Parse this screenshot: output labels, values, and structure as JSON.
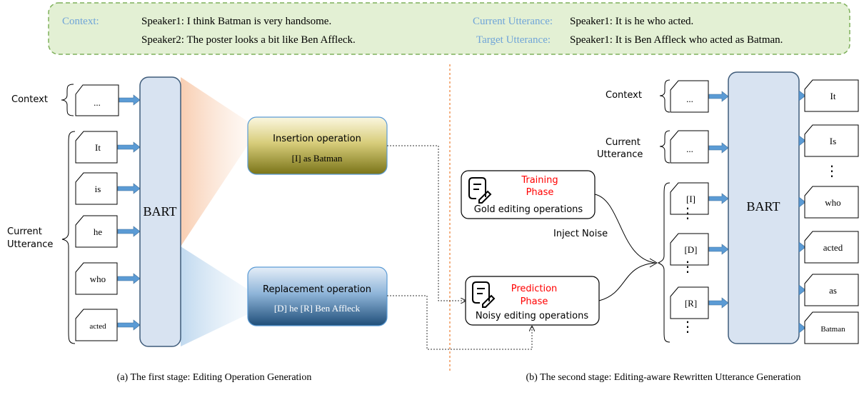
{
  "header": {
    "context_label": "Context:",
    "context_lines": [
      "Speaker1: I think Batman is very handsome.",
      "Speaker2: The poster looks a bit like Ben Affleck."
    ],
    "current_label": "Current Utterance:",
    "current_text": "Speaker1: It is he who acted.",
    "target_label": "Target Utterance:",
    "target_text": "Speaker1: It is Ben Affleck who acted as Batman."
  },
  "stage1": {
    "context_label": "Context",
    "current_label": [
      "Current",
      "Utterance"
    ],
    "context_token": "...",
    "tokens": [
      "It",
      "is",
      "he",
      "who",
      "acted"
    ],
    "model": "BART",
    "insertion": {
      "title": "Insertion operation",
      "detail": "[I] as Batman"
    },
    "replacement": {
      "title": "Replacement operation",
      "detail": "[D] he [R] Ben Affleck"
    },
    "caption": "(a) The first stage: Editing Operation Generation"
  },
  "stage2": {
    "training": {
      "phase": [
        "Training",
        "Phase"
      ],
      "text": "Gold editing operations"
    },
    "prediction": {
      "phase": [
        "Prediction",
        "Phase"
      ],
      "text": "Noisy editing operations"
    },
    "inject_noise": "Inject Noise",
    "context_label": "Context",
    "current_label": [
      "Current",
      "Utterance"
    ],
    "context_token": "...",
    "current_token": "...",
    "op_tokens": [
      "[I]",
      "[D]",
      "[R]"
    ],
    "ellipsis": "⋮",
    "model": "BART",
    "outputs": [
      "It",
      "Is",
      "who",
      "acted",
      "as",
      "Batman"
    ],
    "caption": "(b) The second stage: Editing-aware Rewritten Utterance Generation"
  },
  "colors": {
    "header_fill": "#e3f0d4",
    "header_border": "#7fb05b",
    "label_blue": "#6fa4d8",
    "bart_fill": "#d8e3f1",
    "bart_border": "#4d6a8a",
    "arrow_blue": "#5b9bd5",
    "phase_red": "#ff0000",
    "divider_orange": "#f4b183",
    "insertion_top": "#fbf7df",
    "insertion_bottom": "#7d7a1c",
    "replacement_top": "#deeaf6",
    "replacement_bottom": "#1f4e79"
  }
}
